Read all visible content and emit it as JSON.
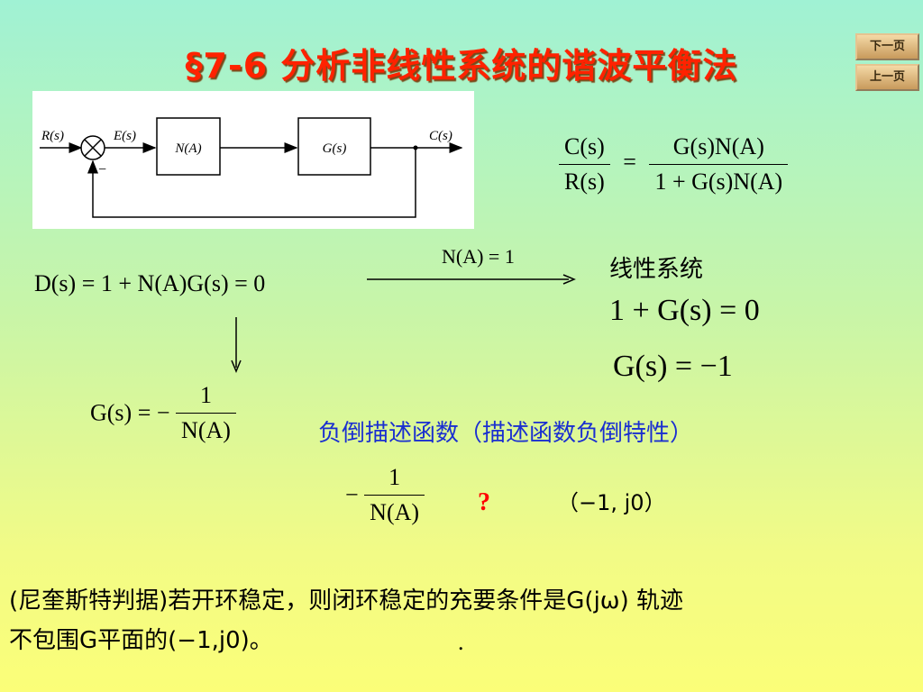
{
  "title": "§7-6  分析非线性系统的谐波平衡法",
  "nav": {
    "next": "下一页",
    "prev": "上一页"
  },
  "diagram": {
    "input": "R(s)",
    "error": "E(s)",
    "block1": "N(A)",
    "block2": "G(s)",
    "output": "C(s)",
    "feedback_sign": "−"
  },
  "closed_loop": {
    "lhs_num": "C(s)",
    "lhs_den": "R(s)",
    "eq": "=",
    "rhs_num": "G(s)N(A)",
    "rhs_den": "1 + G(s)N(A)"
  },
  "char_eq": "D(s) = 1 + N(A)G(s) = 0",
  "arrow_label": "N(A) = 1",
  "linear": {
    "label": "线性系统",
    "eq1": "1 + G(s) = 0",
    "eq2": "G(s) = −1"
  },
  "gs_eq": {
    "lhs": "G(s) = −",
    "num": "1",
    "den": "N(A)"
  },
  "neg_inverse_label": "负倒描述函数（描述函数负倒特性）",
  "neg_frac": {
    "sign": "−",
    "num": "1",
    "den": "N(A)"
  },
  "question": "?",
  "point": "（−1, j0）",
  "bottom": {
    "line1": "(尼奎斯特判据)若开环稳定，则闭环稳定的充要条件是G(jω) 轨迹",
    "line2": "不包围G平面的(−1,j0)。",
    "dot": "."
  },
  "colors": {
    "title": "#ff2200",
    "blue": "#1a2fd0",
    "question": "#ff0000"
  }
}
